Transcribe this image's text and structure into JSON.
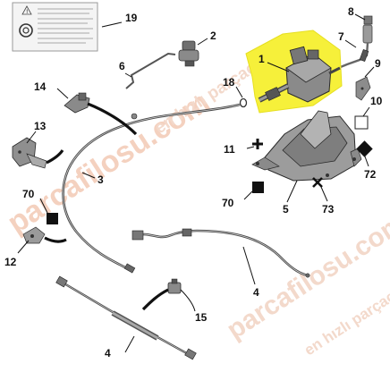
{
  "watermark": {
    "main": "parcafilosu.com",
    "sub": "en hızlı parçacı"
  },
  "callouts": {
    "c1": "1",
    "c2": "2",
    "c3": "3",
    "c4a": "4",
    "c4b": "4",
    "c5": "5",
    "c6": "6",
    "c7": "7",
    "c8": "8",
    "c9": "9",
    "c10": "10",
    "c11": "11",
    "c12": "12",
    "c13": "13",
    "c14": "14",
    "c15": "15",
    "c18": "18",
    "c19": "19",
    "c70a": "70",
    "c70b": "70",
    "c72": "72",
    "c73": "73"
  },
  "colors": {
    "highlight": "#f6f03a",
    "ink": "#1a1a1a",
    "part_gray": "#8a8a8a",
    "watermark": "#f3c9b4"
  }
}
